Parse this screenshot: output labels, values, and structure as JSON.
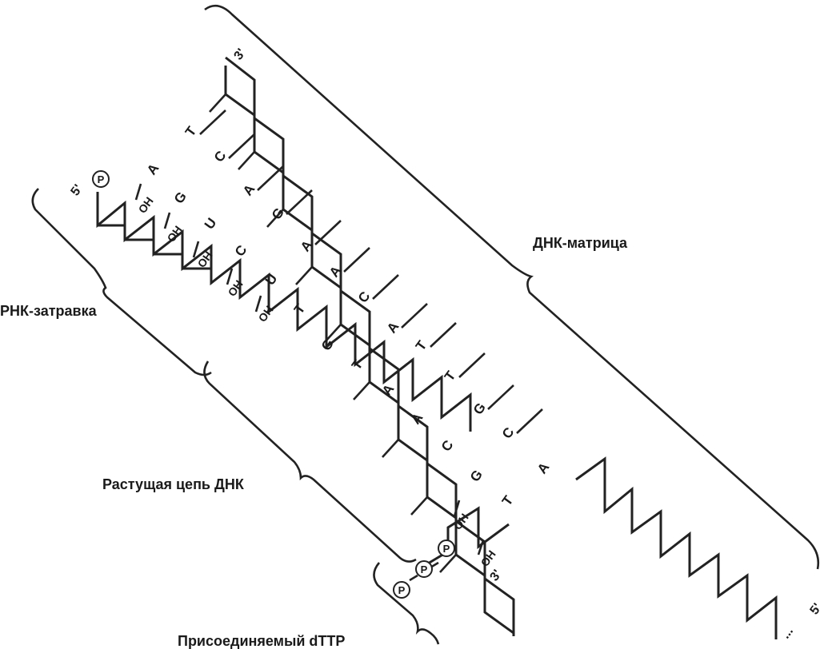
{
  "labels": {
    "template": "ДНК-матрица",
    "primer": "РНК-затравка",
    "growing_chain": "Растущая цепь ДНК",
    "incoming": "Присоединяемый dTTP"
  },
  "template_strand": {
    "end_top": "3'",
    "end_bottom": "5'",
    "bases": [
      "T",
      "C",
      "A",
      "G",
      "A",
      "A",
      "C",
      "A",
      "T",
      "T",
      "G",
      "C",
      "A"
    ]
  },
  "growing_strand": {
    "end_5": "5'",
    "phosphate": "P",
    "bases": [
      "A",
      "G",
      "U",
      "C",
      "U",
      "T",
      "G",
      "T",
      "A",
      "A",
      "C",
      "G",
      "T"
    ],
    "hydroxyl": "OH",
    "end_3": "3'"
  },
  "incoming_nucleotide": {
    "phosphates": [
      "P",
      "P",
      "P"
    ],
    "hydroxyl": "OH",
    "end_3": "3'"
  },
  "dots": "..."
}
